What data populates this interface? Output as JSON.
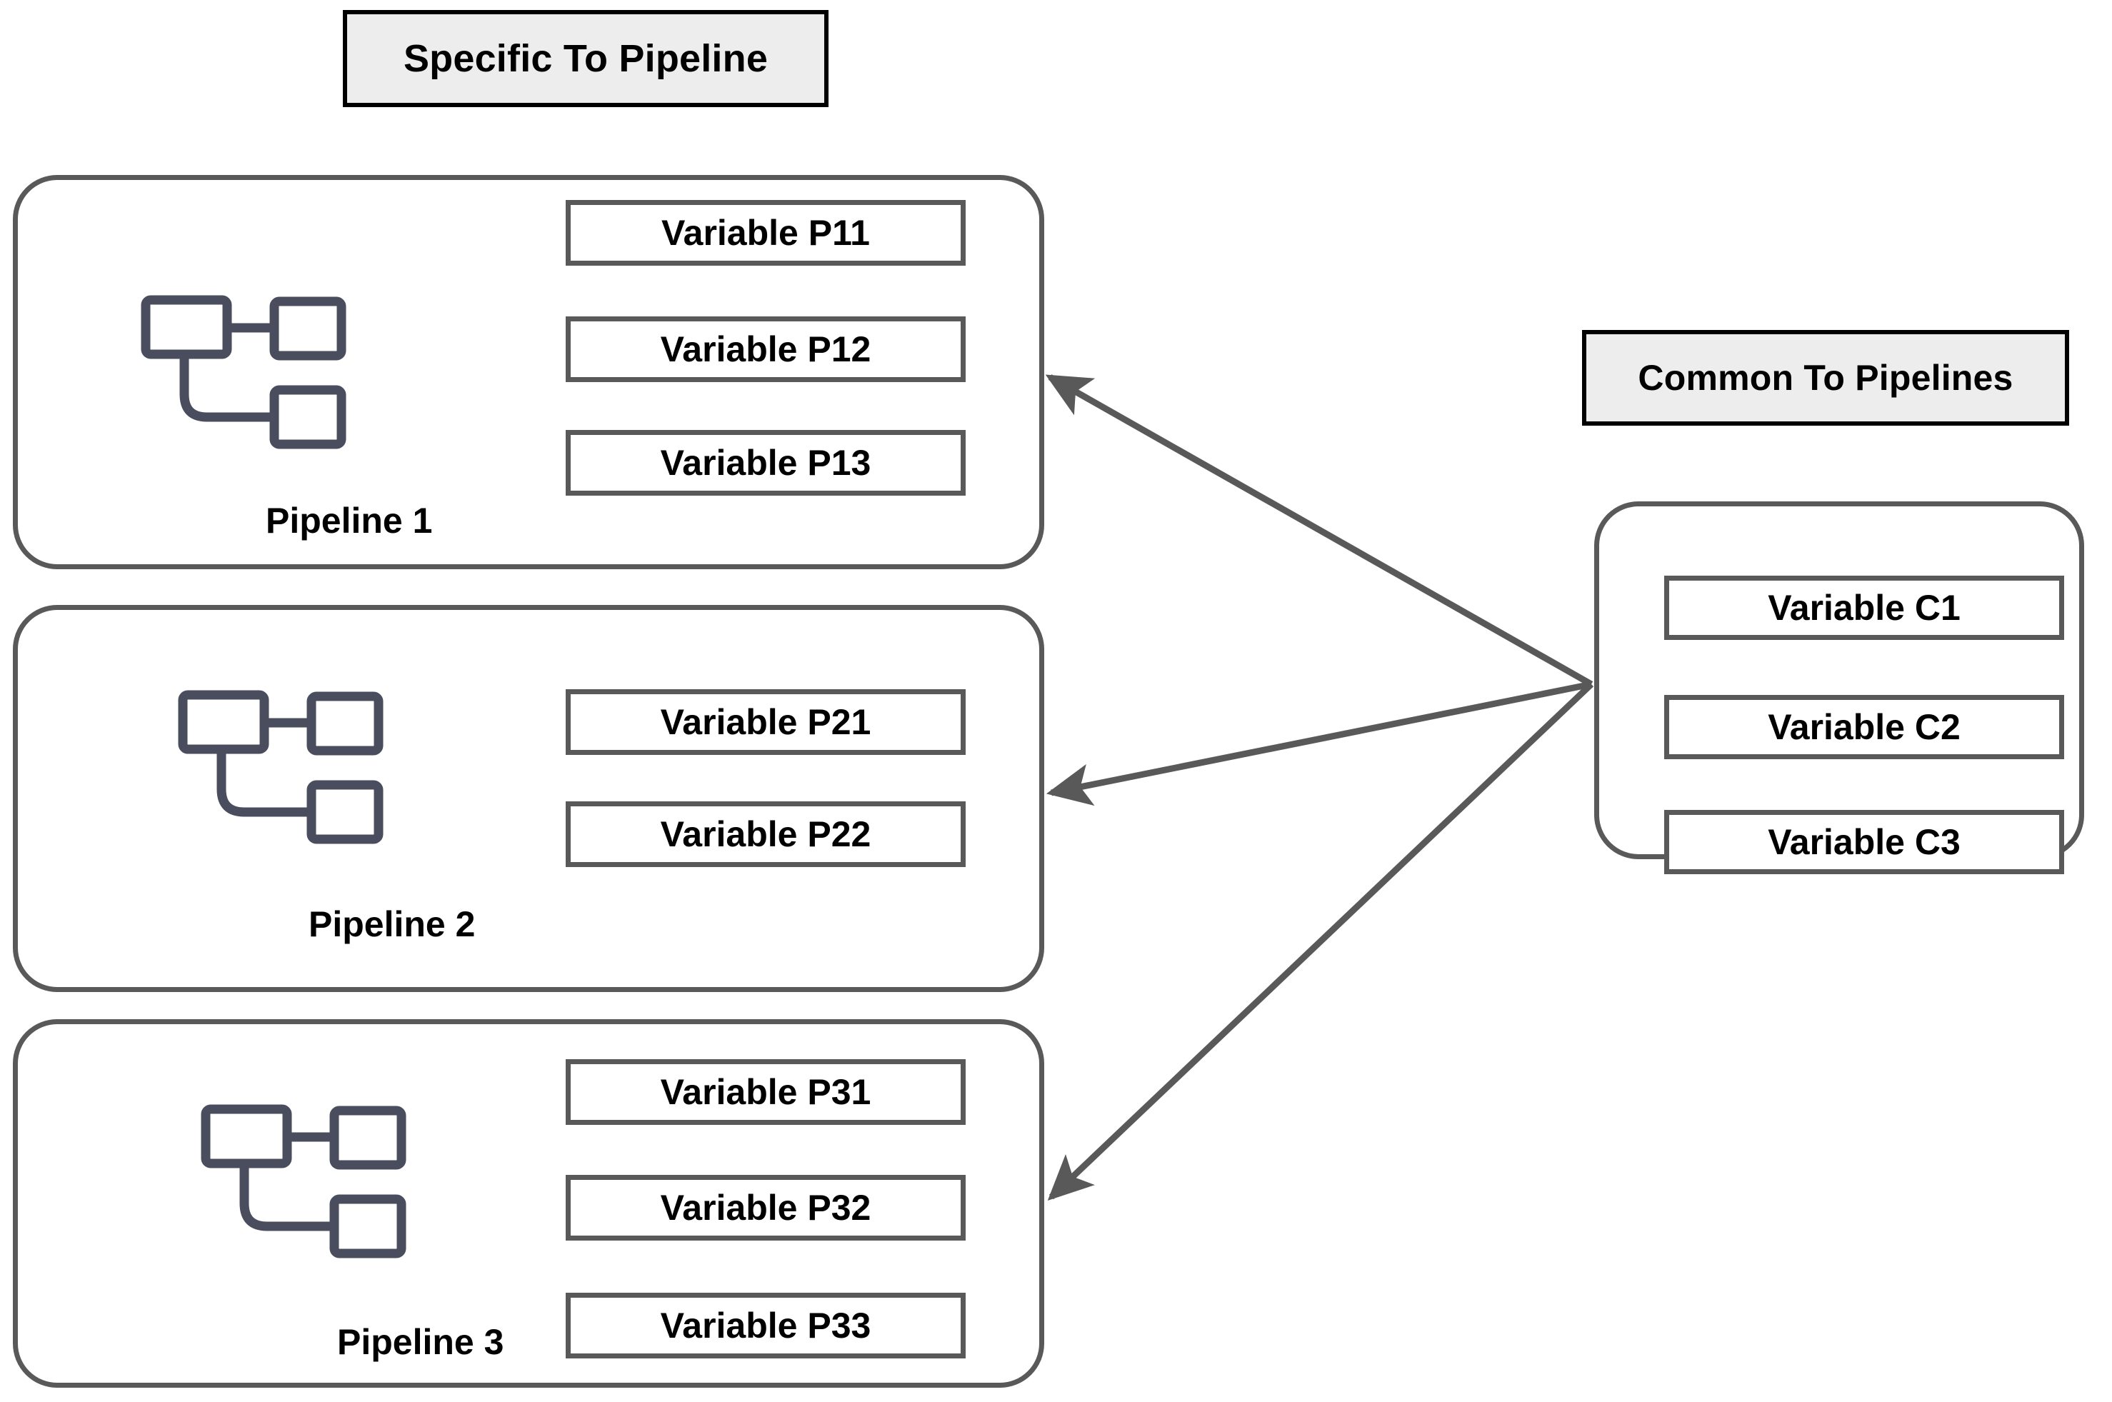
{
  "headers": {
    "specific": "Specific To Pipeline",
    "common": "Common To Pipelines"
  },
  "pipelines": [
    {
      "caption": "Pipeline 1",
      "icon": "pipeline-flow-icon",
      "variables": [
        "Variable P11",
        "Variable P12",
        "Variable P13"
      ]
    },
    {
      "caption": "Pipeline 2",
      "icon": "pipeline-flow-icon",
      "variables": [
        "Variable P21",
        "Variable P22"
      ]
    },
    {
      "caption": "Pipeline 3",
      "icon": "pipeline-flow-icon",
      "variables": [
        "Variable P31",
        "Variable P32",
        "Variable P33"
      ]
    }
  ],
  "common": {
    "variables": [
      "Variable C1",
      "Variable C2",
      "Variable C3"
    ]
  },
  "connections": [
    {
      "from": "common-group",
      "to": "pipeline-group-1",
      "marker": "arrowhead"
    },
    {
      "from": "common-group",
      "to": "pipeline-group-2",
      "marker": "arrowhead"
    },
    {
      "from": "common-group",
      "to": "pipeline-group-3",
      "marker": "arrowhead"
    }
  ],
  "colors": {
    "background": "#ffffff",
    "header_fill": "#ededed",
    "header_border": "#000000",
    "group_border": "#595959",
    "box_border": "#595959",
    "icon_stroke": "#4a4d5e",
    "arrow": "#595959",
    "text": "#000000"
  }
}
